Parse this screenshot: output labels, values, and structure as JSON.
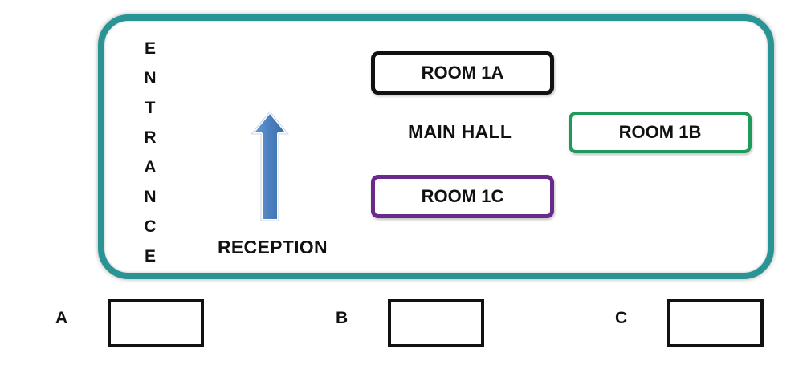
{
  "entrance": {
    "letters": [
      "E",
      "N",
      "T",
      "R",
      "A",
      "N",
      "C",
      "E"
    ]
  },
  "labels": {
    "reception": "RECEPTION",
    "main_hall": "MAIN HALL"
  },
  "rooms": {
    "room_1a": {
      "label": "ROOM 1A",
      "border_color": "#111111"
    },
    "room_1b": {
      "label": "ROOM 1B",
      "border_color": "#1f9a5a"
    },
    "room_1c": {
      "label": "ROOM 1C",
      "border_color": "#6a2a8c"
    }
  },
  "floor": {
    "border_color": "#2a9494"
  },
  "arrow": {
    "color": "#4a7fbf",
    "icon": "up-arrow-icon"
  },
  "answers": {
    "a": {
      "letter": "A",
      "value": ""
    },
    "b": {
      "letter": "B",
      "value": ""
    },
    "c": {
      "letter": "C",
      "value": ""
    }
  }
}
